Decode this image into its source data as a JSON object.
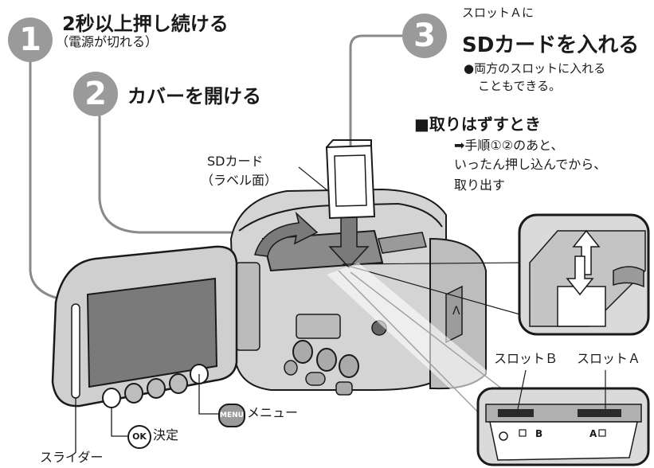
{
  "step1": {
    "number": "1",
    "title": "2秒以上押し続ける",
    "note": "（電源が切れる）"
  },
  "step2": {
    "number": "2",
    "title": "カバーを開ける"
  },
  "step3": {
    "number": "3",
    "pre": "スロットＡに",
    "title": "SDカードを入れる",
    "bullet": "●両方のスロットに入れる",
    "bullet_cont": "こともできる。"
  },
  "removal": {
    "heading": "■取りはずすとき",
    "line1": "➡手順①②のあと、",
    "line2": "いったん押し込んでから、",
    "line3": "取り出す"
  },
  "sd_label": {
    "line1": "SDカード",
    "line2": "（ラベル面）"
  },
  "slot_b": "スロットＢ",
  "slot_a": "スロットＡ",
  "slot_b_mark": "B",
  "slot_a_mark": "A",
  "menu_icon": "MENU",
  "menu_label": "メニュー",
  "ok_icon": "OK",
  "ok_label": "決定",
  "slider_label": "スライダー",
  "colors": {
    "circle": "#9a9a9a",
    "body": "#c8c8c8",
    "dark": "#555555",
    "outline": "#1a1a1a"
  }
}
